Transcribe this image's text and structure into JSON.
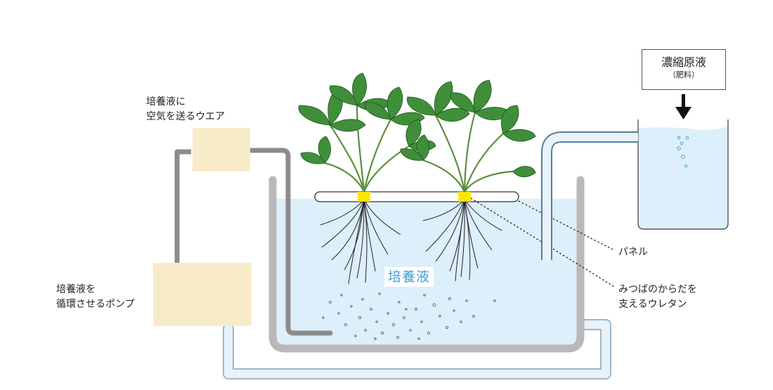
{
  "labels": {
    "air_pump": [
      "培養液に",
      "空気を送るウエア"
    ],
    "circ_pump": [
      "培養液を",
      "循環させるポンプ"
    ],
    "panel": "パネル",
    "urethane": [
      "みつばのからだを",
      "支えるウレタン"
    ],
    "concentrate_title": "濃縮原液",
    "concentrate_sub": "（肥料）",
    "culture": "培養液"
  },
  "colors": {
    "pump_box": "#f8ecc8",
    "air_tube": "#8c8c8c",
    "tank_wall": "#b9b9b9",
    "water": "#ddeffa",
    "circ_tube_fill": "#e7f2fa",
    "circ_tube_outline": "#9fb6c8",
    "urethane": "#ffe600",
    "leaf": "#3f8f3a",
    "culture_text": "#3a9fd8"
  }
}
